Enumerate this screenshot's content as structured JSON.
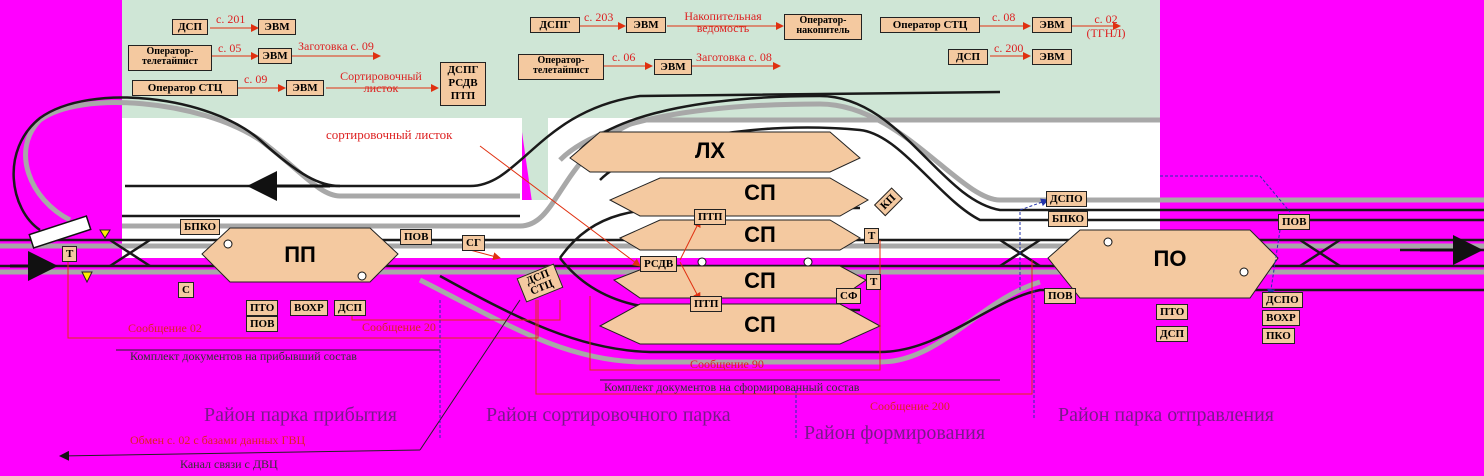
{
  "colors": {
    "background": "#ff00ff",
    "top_panel": "#cfe6d6",
    "yard_fill": "#f4c9a0",
    "flow_line": "#e03010",
    "track_dark": "#1a1a1a",
    "track_grey": "#999999"
  },
  "top_flows": {
    "dsp_201": {
      "source": "ДСП",
      "code": "с. 201",
      "target": "ЭВМ"
    },
    "teletype_05": {
      "source": "Оператор-телетайпист",
      "code": "с. 05",
      "target": "ЭВМ",
      "result": "Заготовка с. 09"
    },
    "stc_09": {
      "source": "Оператор СТЦ",
      "code": "с. 09",
      "target": "ЭВМ",
      "result": "Сортировочный листок",
      "recipients": "ДСПГ РСДВ ПТП"
    },
    "dspg_203": {
      "source": "ДСПГ",
      "code": "с. 203",
      "target": "ЭВМ",
      "result": "Накопительная ведомость",
      "final": "Оператор-накопитель"
    },
    "teletype_06": {
      "source": "Оператор-телетайпист",
      "code": "с. 06",
      "target": "ЭВМ",
      "result": "Заготовка с. 08"
    },
    "stc_08": {
      "source": "Оператор СТЦ",
      "code": "с. 08",
      "target": "ЭВМ",
      "result": "с. 02 (ТГНЛ)"
    },
    "dsp_200": {
      "source": "ДСП",
      "code": "с. 200",
      "target": "ЭВМ"
    }
  },
  "yards": {
    "pp": "ПП",
    "lx": "ЛХ",
    "sp1": "СП",
    "sp2": "СП",
    "sp3": "СП",
    "sp4": "СП",
    "po": "ПО"
  },
  "posts": {
    "bpko_left": "БПКО",
    "pov_left": "ПОВ",
    "sg": "СГ",
    "t_left": "Т",
    "c_left": "С",
    "pto_left": "ПТО",
    "pov_left2": "ПОВ",
    "vokhr_left": "ВОХР",
    "dsp_left": "ДСП",
    "dsp_hump": "ДСП СТЦ",
    "ptp_top": "ПТП",
    "rsdv": "РСДВ",
    "ptp_bottom": "ПТП",
    "t_mid": "Т",
    "t_mid2": "Т",
    "sf": "СФ",
    "kp": "КП",
    "dspo_top": "ДСПО",
    "bpko_right": "БПКО",
    "pov_right_top": "ПОВ",
    "pov_right_bottom": "ПОВ",
    "pto_right": "ПТО",
    "dsp_right": "ДСП",
    "dspo_right": "ДСПО",
    "vokhr_right": "ВОХР",
    "pko_right": "ПКО"
  },
  "annotations": {
    "sort_sheet": "сортировочный листок",
    "msg_02": "Сообщение 02",
    "msg_20": "Сообщение 20",
    "msg_90": "Сообщение 90",
    "msg_200": "Сообщение 200",
    "docs_arrived": "Комплект документов на прибывший состав",
    "docs_formed": "Комплект документов на сформированный состав",
    "link_dvc": "Канал связи с ДВЦ",
    "msg_02_gdc": "Обмен с. 02 с базами данных ГВЦ"
  },
  "areas": {
    "arrival": "Район парка прибытия",
    "sorting": "Район сортировочного парка",
    "forming": "Район формирования",
    "departure": "Район парка отправления"
  }
}
